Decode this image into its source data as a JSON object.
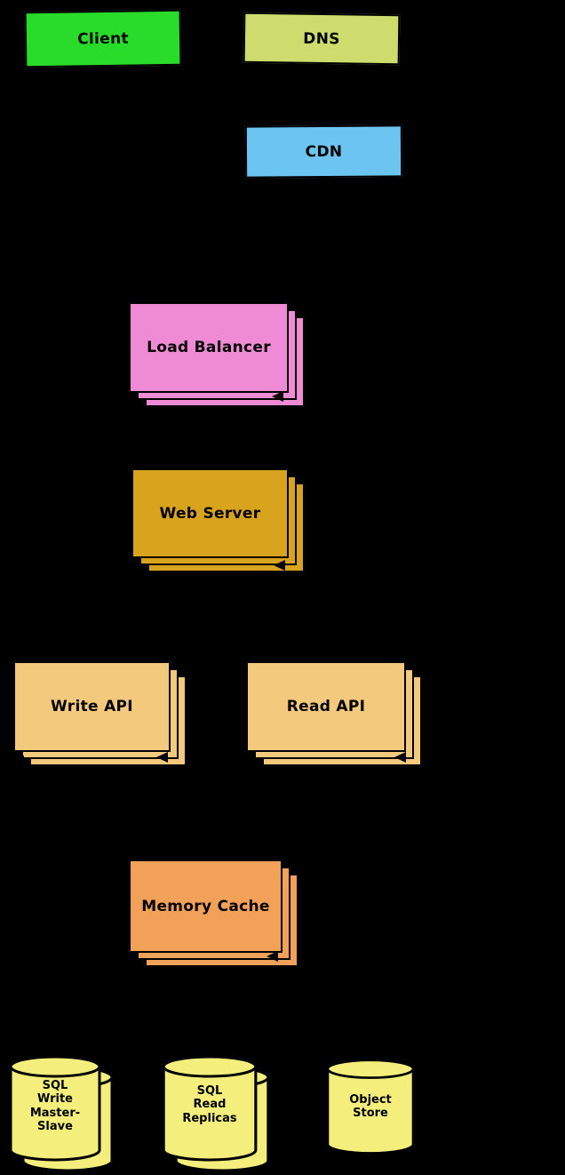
{
  "diagram": {
    "background_color": "#000000",
    "nodes": [
      {
        "id": "client",
        "label": "Client",
        "shape": "box",
        "color": "#2adc2a",
        "instances": 1
      },
      {
        "id": "dns",
        "label": "DNS",
        "shape": "box",
        "color": "#cddc6d",
        "instances": 1
      },
      {
        "id": "cdn",
        "label": "CDN",
        "shape": "box",
        "color": "#6cc5f0",
        "instances": 1
      },
      {
        "id": "load-balancer",
        "label": "Load Balancer",
        "shape": "box",
        "color": "#ef8ad4",
        "instances": 3
      },
      {
        "id": "web-server",
        "label": "Web Server",
        "shape": "box",
        "color": "#d8a41e",
        "instances": 3
      },
      {
        "id": "write-api",
        "label": "Write API",
        "shape": "box",
        "color": "#f3c97e",
        "instances": 3
      },
      {
        "id": "read-api",
        "label": "Read API",
        "shape": "box",
        "color": "#f3c97e",
        "instances": 3
      },
      {
        "id": "memory-cache",
        "label": "Memory Cache",
        "shape": "box",
        "color": "#f2a159",
        "instances": 3
      },
      {
        "id": "sql-write-master-slave",
        "label": "SQL\nWrite\nMaster-\nSlave",
        "shape": "cylinder",
        "color": "#f4ee7d",
        "instances": 2
      },
      {
        "id": "sql-read-replicas",
        "label": "SQL\nRead\nReplicas",
        "shape": "cylinder",
        "color": "#f4ee7d",
        "instances": 2
      },
      {
        "id": "object-store",
        "label": "Object\nStore",
        "shape": "cylinder",
        "color": "#f4ee7d",
        "instances": 1
      }
    ]
  }
}
